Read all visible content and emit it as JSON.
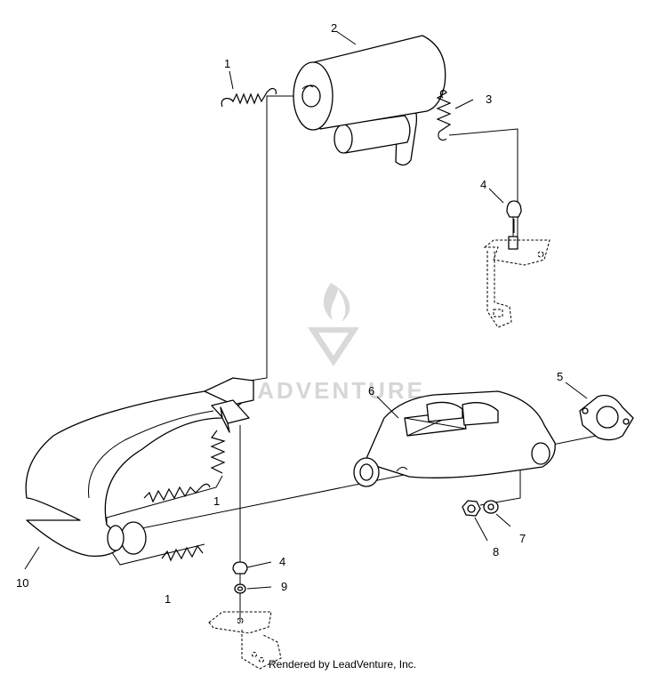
{
  "watermark": {
    "text": "LEADVENTURE"
  },
  "callouts": [
    {
      "id": "c1-top",
      "label": "1"
    },
    {
      "id": "c2",
      "label": "2"
    },
    {
      "id": "c3",
      "label": "3"
    },
    {
      "id": "c4-top",
      "label": "4"
    },
    {
      "id": "c5",
      "label": "5"
    },
    {
      "id": "c6",
      "label": "6"
    },
    {
      "id": "c1-mid",
      "label": "1"
    },
    {
      "id": "c7",
      "label": "7"
    },
    {
      "id": "c8",
      "label": "8"
    },
    {
      "id": "c4-bottom",
      "label": "4"
    },
    {
      "id": "c9",
      "label": "9"
    },
    {
      "id": "c10",
      "label": "10"
    },
    {
      "id": "c1-bottom",
      "label": "1"
    }
  ],
  "footer": {
    "text": "Rendered by LeadVenture, Inc."
  }
}
